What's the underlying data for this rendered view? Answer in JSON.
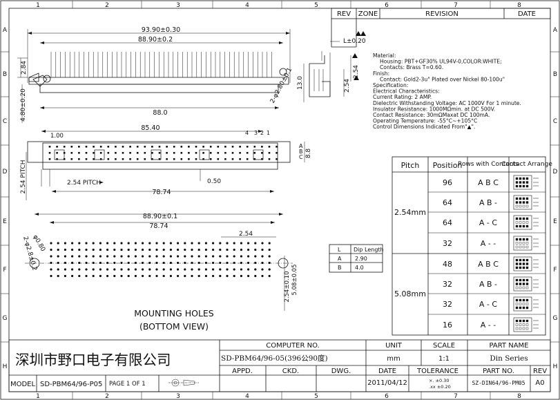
{
  "border": {
    "cols": [
      "1",
      "2",
      "3",
      "4",
      "5",
      "6",
      "7",
      "8"
    ],
    "rows": [
      "A",
      "B",
      "C",
      "D",
      "E",
      "F",
      "G",
      "H"
    ]
  },
  "revision_block": {
    "rev": "REV",
    "zone": "ZONE",
    "revision": "REVISION",
    "date": "DATE"
  },
  "top_view": {
    "dim_overall": "93.90±0.30",
    "dim_holes": "88.90±0.2",
    "dim_height": "2.84",
    "dim_hole_dia": "2-φ2.80±0.1",
    "dim_flange": "4.80±0.20",
    "dim_body": "88.0"
  },
  "side_view": {
    "dim_L": "L±0.20",
    "dim_254a": "2.54",
    "dim_254b": "2.54",
    "dim_13": "13.0"
  },
  "notes": [
    "Material:",
    "Housing: PBT+GF30% UL94V-0,COLOR:WHITE;",
    "Contacts:  Brass  T=0.60.",
    "Finish:",
    "Contact: Gold2-3u\" Plated over Nickel 80-100u\"",
    "Specification:",
    "Electrical Characteristics:",
    "Current Rating: 2 AMP.",
    "Dielectric Withstanding Voltage: AC 1000V For 1 minute.",
    "Insulator Resistance: 1000MΩmin. at DC 500V.",
    "Contact Resistance: 30mΩMaxat DC 100mA.",
    "Operating Temperature: -55°C~+105°C",
    "Control Dimensions Indicated From\"▲\"."
  ],
  "front_view": {
    "dim_100": "1.00",
    "dim_8540": "85.40",
    "dim_pitch_h": "2.54 PITCH",
    "dim_pitch_v": "2.54 PITCH",
    "dim_7874": "78.74",
    "dim_050": "0.50",
    "dim_88": "8.8",
    "pin_labels": [
      "4",
      "3",
      "2",
      "1"
    ],
    "row_labels": [
      "A",
      "B",
      "C"
    ]
  },
  "bottom_view": {
    "dim_8890": "88.90±0.1",
    "dim_7874": "78.74",
    "dim_080": "φ0.80",
    "dim_hole": "2-φ2.8±0.2",
    "dim_254": "2.54",
    "dim_254v": "2.54±0.10",
    "dim_508": "5.08±0.05",
    "caption1": "MOUNTING  HOLES",
    "caption2": "(BOTTOM  VIEW)"
  },
  "dip_table": {
    "headers": [
      "L",
      "Dip Length"
    ],
    "rows": [
      [
        "A",
        "2.90"
      ],
      [
        "B",
        "4.0"
      ]
    ]
  },
  "pitch_table": {
    "headers": [
      "Pitch",
      "Position",
      "Rows with Contacts",
      "Contact Arrange"
    ],
    "groups": [
      {
        "pitch": "2.54mm",
        "rows": [
          [
            "96",
            "A B C"
          ],
          [
            "64",
            "A B -"
          ],
          [
            "64",
            "A - C"
          ],
          [
            "32",
            "A - -"
          ]
        ]
      },
      {
        "pitch": "5.08mm",
        "rows": [
          [
            "48",
            "A B C"
          ],
          [
            "32",
            "A B -"
          ],
          [
            "32",
            "A - C"
          ],
          [
            "16",
            "A - -"
          ]
        ]
      }
    ]
  },
  "title_block": {
    "company": "深圳市野口电子有限公司",
    "computer_no_label": "COMPUTER   NO.",
    "computer_no": "SD-PBM64/96-05(396公90度)",
    "unit_label": "UNIT",
    "unit": "mm",
    "scale_label": "SCALE",
    "scale": "1:1",
    "part_name_label": "PART   NAME",
    "part_name": "Din Series",
    "appd": "APPD.",
    "ckd": "CKD.",
    "dwg": "DWG.",
    "date_label": "DATE",
    "date": "2011/04/12",
    "tolerance_label": "TOLERANCE",
    "tol1": "×.   ±0.30",
    "tol2": ".xx  ±0.20",
    "part_no_label": "PART   NO.",
    "part_no": "SZ-DIN64/96-PM05",
    "rev_label": "REV",
    "rev": "A0",
    "model_label": "MODEL",
    "model": "SD-PBM64/96-P05",
    "page": "PAGE 1  OF 1"
  }
}
